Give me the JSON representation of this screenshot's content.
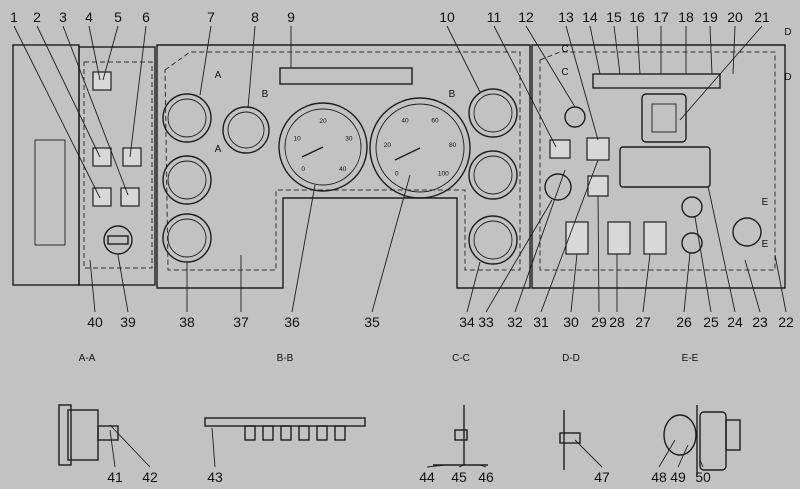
{
  "callouts_top": [
    "1",
    "2",
    "3",
    "4",
    "5",
    "6",
    "7",
    "8",
    "9",
    "10",
    "11",
    "12",
    "13",
    "14",
    "15",
    "16",
    "17",
    "18",
    "19",
    "20",
    "21"
  ],
  "callouts_bottom": [
    "40",
    "39",
    "38",
    "37",
    "36",
    "35",
    "34",
    "33",
    "32",
    "31",
    "30",
    "29",
    "28",
    "27",
    "26",
    "25",
    "24",
    "23",
    "22"
  ],
  "section_markers": [
    "A",
    "A",
    "B",
    "B",
    "C",
    "C",
    "D",
    "D",
    "E",
    "E"
  ],
  "sections": [
    "A-A",
    "B-B",
    "C-C",
    "D-D",
    "E-E"
  ],
  "section_callouts": [
    "41",
    "42",
    "43",
    "44",
    "45",
    "46",
    "47",
    "48",
    "49",
    "50"
  ],
  "speedometer_scale": [
    "0",
    "20",
    "40",
    "60",
    "80",
    "100"
  ],
  "tachometer_scale": [
    "0",
    "10",
    "20",
    "30",
    "40"
  ],
  "colors": {
    "background": "#c2c2c2",
    "line": "#1e1e1e"
  }
}
